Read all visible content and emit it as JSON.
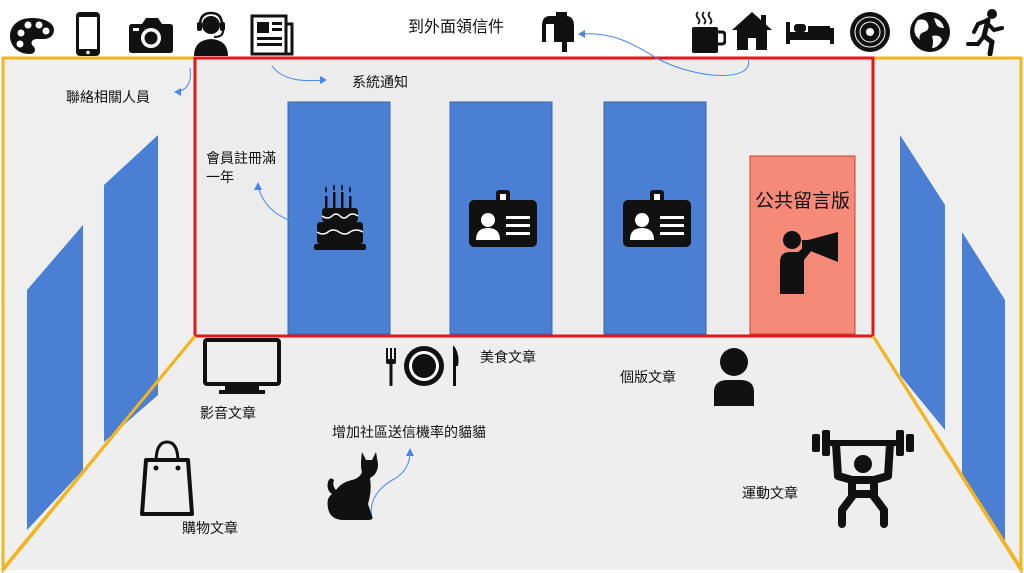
{
  "room": {
    "colors": {
      "floor": "#eeeeee",
      "panel_blue": "#4a7fd4",
      "panel_blue_dark": "#3f6fc0",
      "board_red": "#f58a78",
      "frame_red": "#e01818",
      "frame_yellow": "#f2b420",
      "arrow": "#4a86e8"
    }
  },
  "top_icons": {
    "left": [
      "palette-icon",
      "smartphone-icon",
      "camera-icon",
      "support-agent-icon",
      "newspaper-icon"
    ],
    "mailbox_label": "到外面領信件",
    "right": [
      "coffee-icon",
      "home-icon",
      "bed-icon",
      "vinyl-record-icon",
      "globe-icon",
      "running-icon"
    ]
  },
  "labels": {
    "contact": "聯絡相關人員",
    "system_notice": "系統通知",
    "member_year_line1": "會員註冊滿",
    "member_year_line2": "一年",
    "message_board": "公共留言版",
    "food": "美食文章",
    "personal": "個版文章",
    "video": "影音文章",
    "cat": "增加社區送信機率的貓貓",
    "shopping": "購物文章",
    "sports": "運動文章"
  }
}
